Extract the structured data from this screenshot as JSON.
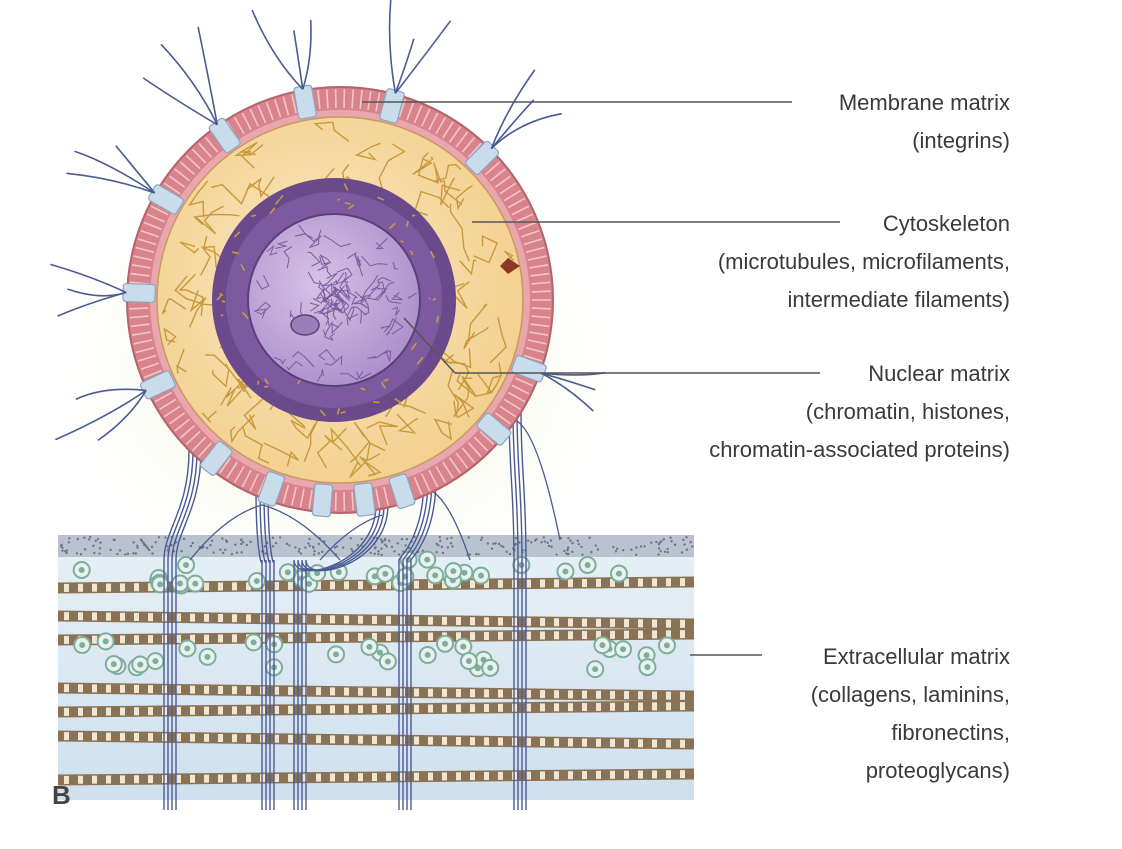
{
  "panel_letter": "B",
  "labels": {
    "membrane": {
      "lines": [
        "Membrane matrix",
        "(integrins)"
      ]
    },
    "cytoskeleton": {
      "lines": [
        "Cytoskeleton",
        "(microtubules, microfilaments,",
        "intermediate filaments)"
      ]
    },
    "nuclear": {
      "lines": [
        "Nuclear matrix",
        "(chromatin, histones,",
        "chromatin-associated proteins)"
      ]
    },
    "extracellular": {
      "lines": [
        "Extracellular matrix",
        "(collagens, laminins,",
        "fibronectins,",
        "proteoglycans)"
      ]
    }
  },
  "colors": {
    "membrane": "#d9848c",
    "cytoplasm": "#f6dca5",
    "cytoskeleton": "#c79a3e",
    "nuclear_envelope": "#6b4a8c",
    "nucleoplasm": "#c7b0d9",
    "integrin": "#c9dceb",
    "fiber": "#4b5a93",
    "ecm": "#dbe8f2",
    "collagen": "#8a7355",
    "proteoglycan": "#7dae9d",
    "glow": "#e8f0c8"
  }
}
